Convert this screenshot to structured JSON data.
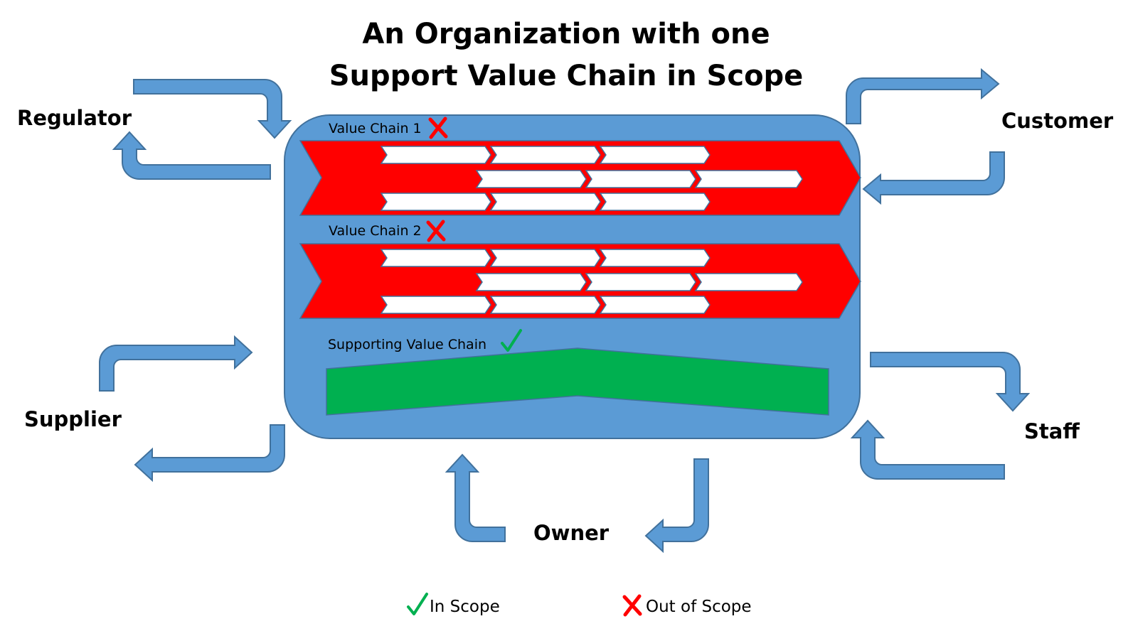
{
  "title": {
    "line1": "An Organization with one",
    "line2": "Support Value Chain in Scope"
  },
  "actors": {
    "regulator": "Regulator",
    "customer": "Customer",
    "supplier": "Supplier",
    "staff": "Staff",
    "owner": "Owner"
  },
  "value_chains": [
    {
      "label": "Value Chain 1",
      "scope": "out"
    },
    {
      "label": "Value Chain 2",
      "scope": "out"
    },
    {
      "label": "Supporting Value Chain",
      "scope": "in"
    }
  ],
  "legend": {
    "in_scope": "In Scope",
    "out_of_scope": "Out of Scope"
  },
  "colors": {
    "organization_fill": "#5b9bd5",
    "organization_stroke": "#41719c",
    "out_of_scope_chain": "#ff0000",
    "in_scope_chain": "#00b050",
    "check_mark": "#00b050",
    "cross_mark": "#ff0000",
    "step_fill": "#ffffff"
  },
  "icons": {
    "in_scope": "check-icon",
    "out_of_scope": "cross-icon",
    "flows": "bent-arrow-icon"
  }
}
